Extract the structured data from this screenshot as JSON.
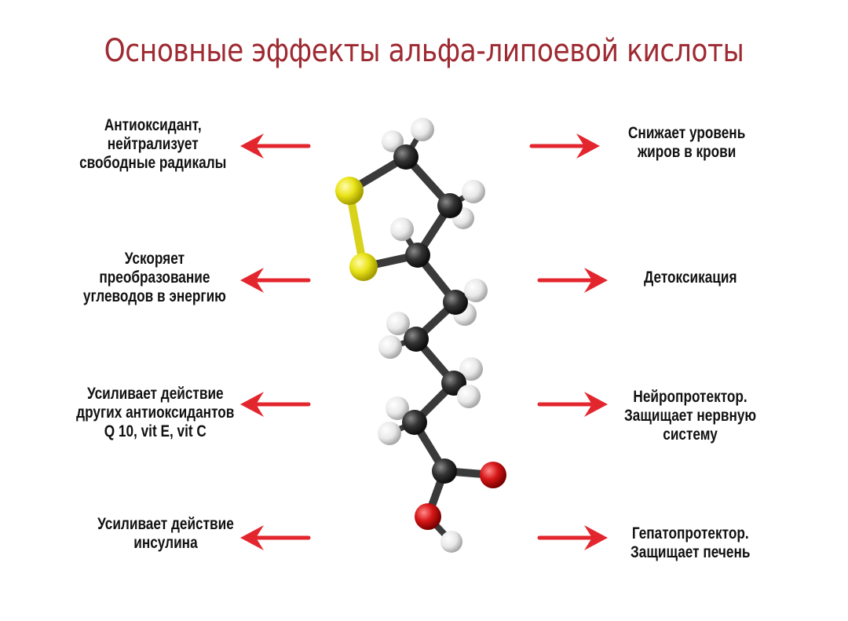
{
  "title": "Основные эффекты альфа-липоевой кислоты",
  "left_effects": [
    "Антиоксидант,\nнейтрализует\nсвободные радикалы",
    "Ускоряет\nпреобразование\nуглеводов в энергию",
    "Усиливает действие\nдругих антиоксидантов\nQ 10, vit E, vit C",
    "Усиливает действие\nинсулина"
  ],
  "right_effects": [
    "Снижает уровень\nжиров в крови",
    "Детоксикация",
    "Нейропротектор.\nЗащищает нервную\nсистему",
    "Гепатопротектор.\nЗащищает печень"
  ],
  "colors": {
    "title": "#9e2a32",
    "arrow": "#e3262e",
    "carbon": "#2b2b2b",
    "sulfur": "#e8e41a",
    "oxygen": "#d81717",
    "hydrogen": "#f2f2f2"
  },
  "icons": {
    "arrow": "red-arrow-icon",
    "molecule": "alpha-lipoic-acid-molecule"
  }
}
